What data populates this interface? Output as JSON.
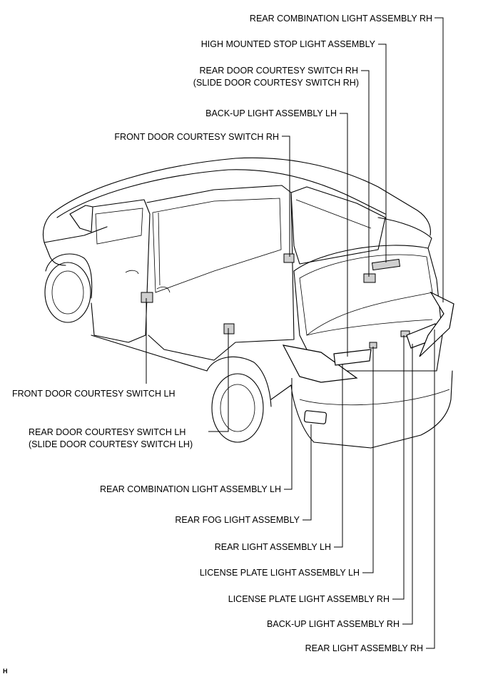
{
  "labels": {
    "rear_combination_light_rh": "REAR COMBINATION LIGHT ASSEMBLY RH",
    "high_mounted_stop_light": "HIGH MOUNTED STOP LIGHT ASSEMBLY",
    "rear_door_courtesy_switch_rh_line1": "REAR DOOR COURTESY SWITCH RH",
    "rear_door_courtesy_switch_rh_line2": "(SLIDE DOOR COURTESY SWITCH RH)",
    "back_up_light_lh": "BACK-UP LIGHT ASSEMBLY LH",
    "front_door_courtesy_switch_rh": "FRONT DOOR COURTESY SWITCH RH",
    "front_door_courtesy_switch_lh": "FRONT DOOR COURTESY SWITCH LH",
    "rear_door_courtesy_switch_lh_line1": "REAR DOOR COURTESY SWITCH LH",
    "rear_door_courtesy_switch_lh_line2": "(SLIDE DOOR COURTESY SWITCH LH)",
    "rear_combination_light_lh": "REAR COMBINATION LIGHT ASSEMBLY LH",
    "rear_fog_light": "REAR FOG LIGHT ASSEMBLY",
    "rear_light_lh": "REAR LIGHT ASSEMBLY LH",
    "license_plate_light_lh": "LICENSE PLATE LIGHT ASSEMBLY LH",
    "license_plate_light_rh": "LICENSE PLATE LIGHT ASSEMBLY RH",
    "back_up_light_rh": "BACK-UP LIGHT ASSEMBLY RH",
    "rear_light_rh": "REAR LIGHT ASSEMBLY RH"
  },
  "figure_code": "H"
}
